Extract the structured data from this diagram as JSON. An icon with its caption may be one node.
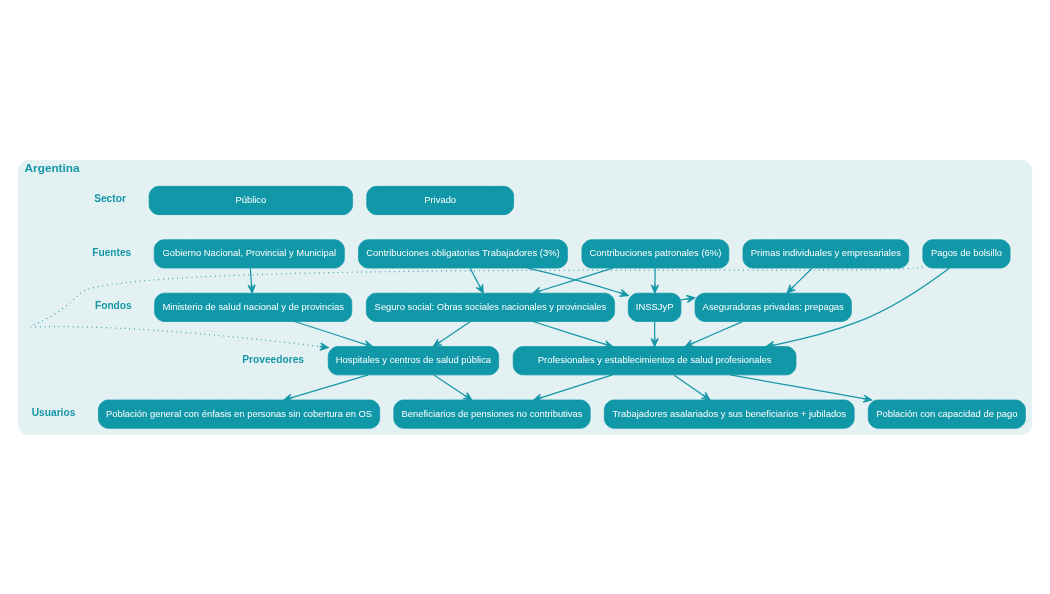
{
  "diagram": {
    "nodes": [
      {
        "text": [
          "Argentina"
        ]
      },
      {
        "text": [
          "Público"
        ],
        "in": 0
      },
      {
        "text": [
          "Privado"
        ],
        "in": 0
      },
      {
        "text": [
          "Gobierno Nacional, Provincial y Municipal"
        ],
        "in": 0
      },
      {
        "text": [
          "Contribuciones obligatorias Trabajadores (3%)"
        ],
        "in": 0
      },
      {
        "text": [
          "Contribuciones patronales (6%)"
        ],
        "in": 0
      },
      {
        "text": [
          "Primas individuales y empresariales"
        ],
        "in": 0
      },
      {
        "text": [
          "Pagos de bolsillo"
        ],
        "in": 0
      },
      {
        "text": [
          "Ministerio de salud nacional y de provincias"
        ],
        "in": 0
      },
      {
        "text": [
          "Seguro social: Obras sociales nacionales y provinciales"
        ],
        "in": 0
      },
      {
        "text": [
          "INSSJyP"
        ],
        "in": 0
      },
      {
        "text": [
          "Aseguradoras privadas: prepagas"
        ],
        "in": 0
      },
      {
        "text": [
          "Hospitales y centros de salud pública"
        ],
        "in": 0
      },
      {
        "text": [
          "Profesionales y establecimientos de salud profesionales"
        ],
        "in": 0
      },
      {
        "text": [
          "Población general con énfasis en personas sin cobertura en OS"
        ],
        "in": 0
      },
      {
        "text": [
          "Beneficiarios de pensiones no contributivas"
        ],
        "in": 0
      },
      {
        "text": [
          "Trabajadores asalariados y sus beneficiarios + jubilados"
        ],
        "in": 0
      },
      {
        "text": [
          "Población con capacidad de pago"
        ],
        "in": 0
      }
    ],
    "edges": [
      {
        "from": 3,
        "to": 8,
        "arrow": "to"
      },
      {
        "from": 4,
        "to": 9,
        "arrow": "to"
      },
      {
        "from": 4,
        "to": 10,
        "arrow": "to"
      },
      {
        "from": 5,
        "to": 9,
        "arrow": "to"
      },
      {
        "from": 5,
        "to": 10,
        "arrow": "to"
      },
      {
        "from": 6,
        "to": 11,
        "arrow": "to"
      },
      {
        "from": 10,
        "to": 11,
        "arrow": "to"
      },
      {
        "from": 8,
        "to": 12,
        "arrow": "to"
      },
      {
        "from": 9,
        "to": 12,
        "arrow": "to"
      },
      {
        "from": 9,
        "to": 13,
        "arrow": "to"
      },
      {
        "from": 10,
        "to": 13,
        "arrow": "to"
      },
      {
        "from": 11,
        "to": 13,
        "arrow": "to"
      },
      {
        "from": 7,
        "to": 13,
        "arrow": "to"
      },
      {
        "from": 7,
        "to": 12,
        "arrow": "to",
        "style": "dashed"
      },
      {
        "from": 12,
        "to": 14,
        "arrow": "to"
      },
      {
        "from": 12,
        "to": 15,
        "arrow": "to"
      },
      {
        "from": 13,
        "to": 15,
        "arrow": "to"
      },
      {
        "from": 13,
        "to": 16,
        "arrow": "to"
      },
      {
        "from": 13,
        "to": 17,
        "arrow": "to"
      }
    ],
    "labels": [
      "Sector",
      "Fuentes",
      "Fondos",
      "Proveedores",
      "Usuarios"
    ]
  }
}
